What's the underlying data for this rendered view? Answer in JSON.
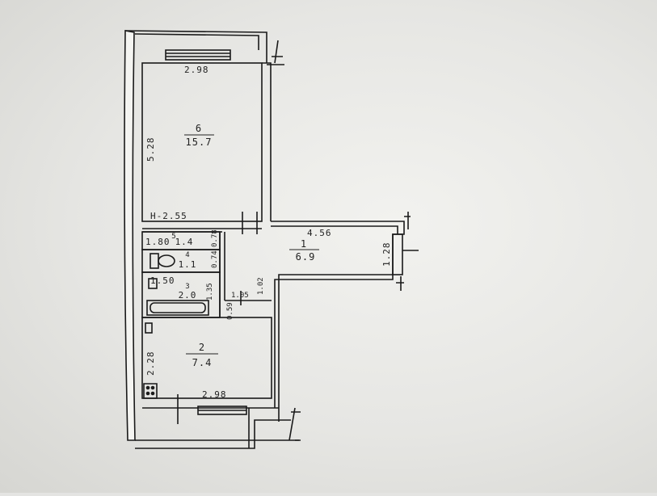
{
  "rooms": [
    {
      "number": "6",
      "area": "15.7"
    },
    {
      "number": "5",
      "area": "1.4"
    },
    {
      "number": "4",
      "area": "1.1"
    },
    {
      "number": "3",
      "area": "2.0"
    },
    {
      "number": "1",
      "area": "6.9"
    },
    {
      "number": "2",
      "area": "7.4"
    }
  ],
  "dimensions": {
    "room6_width": "2.98",
    "room6_length": "5.28",
    "ceiling_height": "H-2.55",
    "corridor_length": "4.56",
    "corridor_end_width": "1.28",
    "corridor_width": "1.02",
    "room5_width": "1.80",
    "room3_width": "1.50",
    "room5_depth": "0.78",
    "room4_depth": "0.74",
    "room3_depth": "1.35",
    "door_width": "1.05",
    "door_gap": "0.59",
    "room2_length": "2.28",
    "room2_width": "2.98"
  }
}
